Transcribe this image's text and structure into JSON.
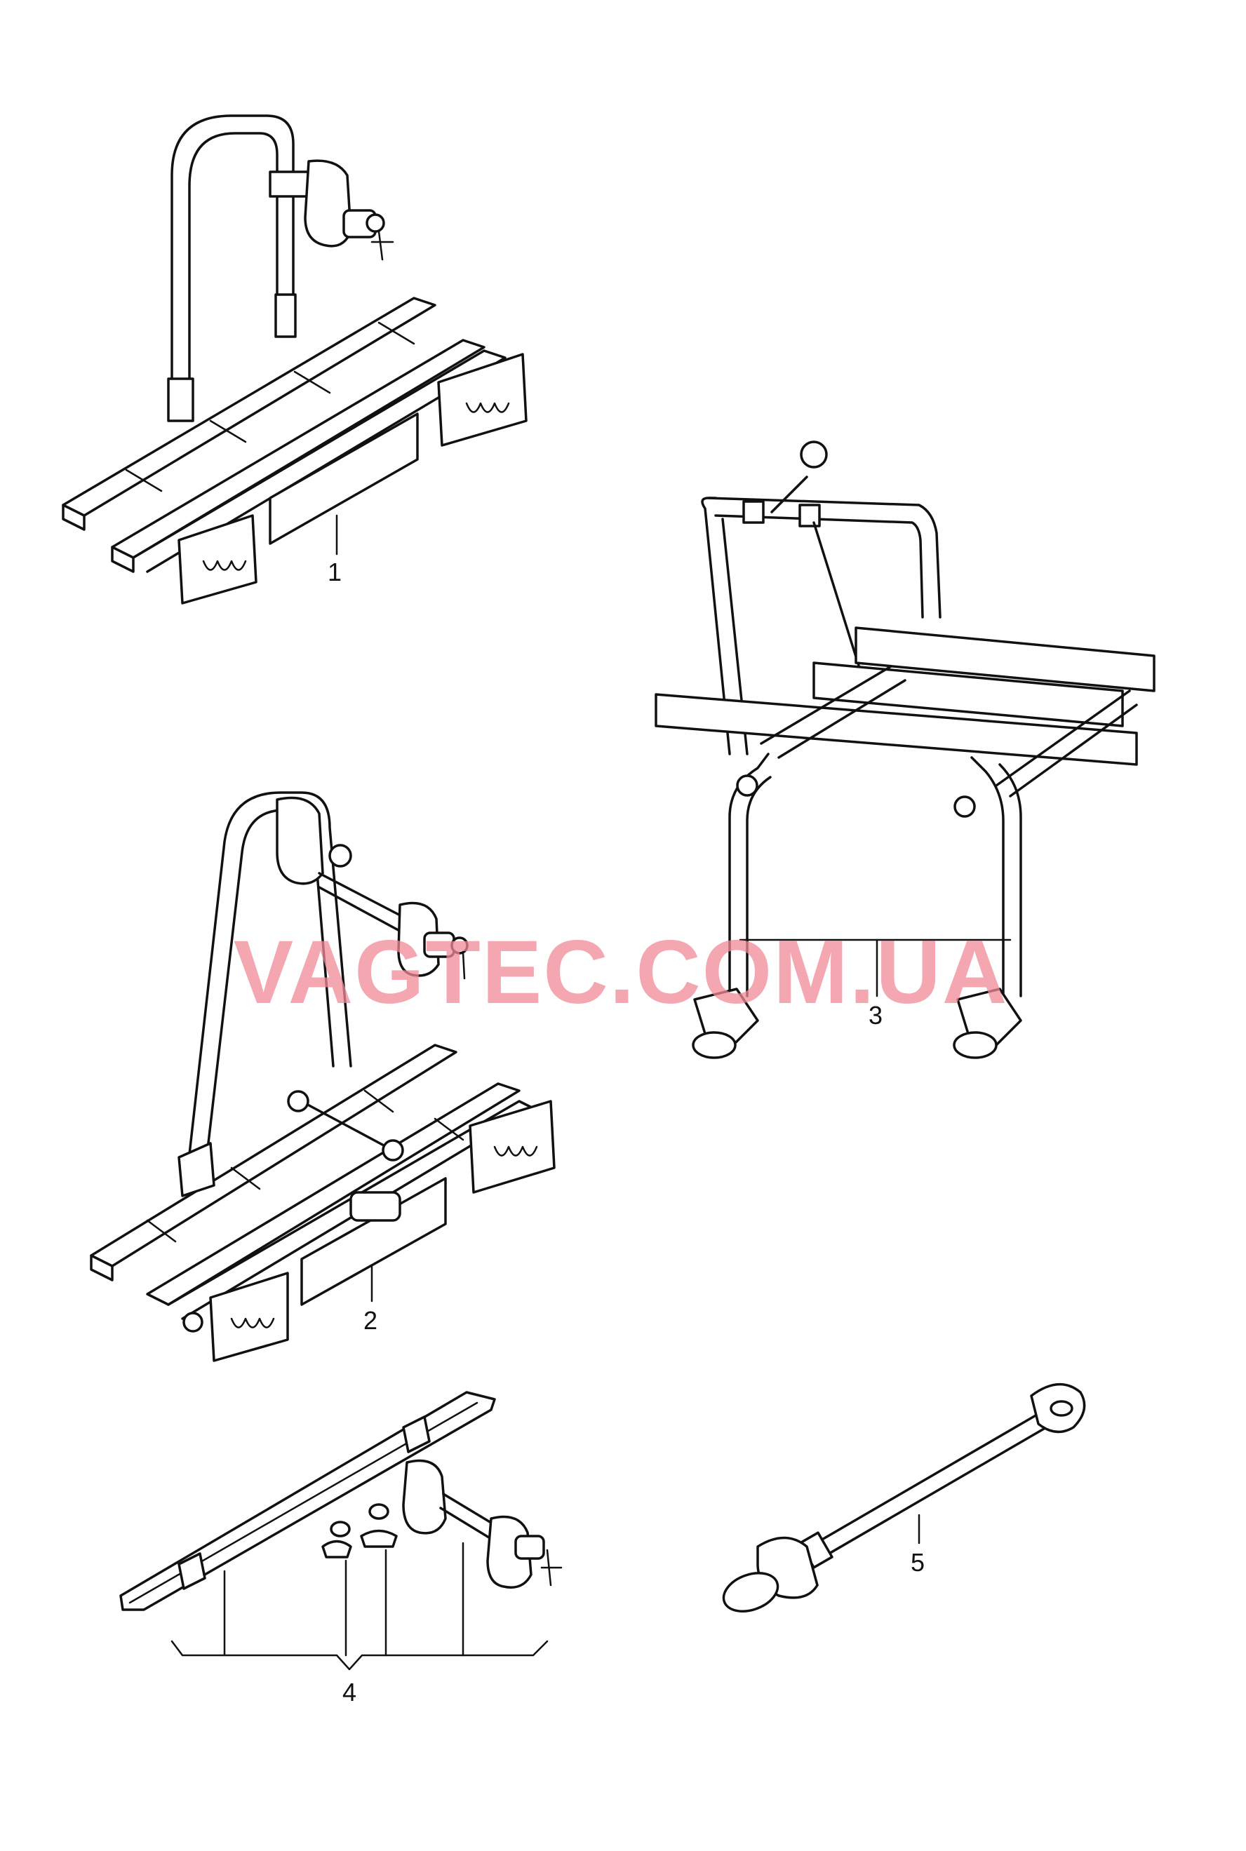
{
  "callouts": [
    {
      "id": "1",
      "text": "1"
    },
    {
      "id": "2",
      "text": "2"
    },
    {
      "id": "3",
      "text": "3"
    },
    {
      "id": "4",
      "text": "4"
    },
    {
      "id": "5",
      "text": "5"
    }
  ],
  "watermark": {
    "text": "VAGTEC.COM.UA",
    "color": "#f08a96"
  }
}
